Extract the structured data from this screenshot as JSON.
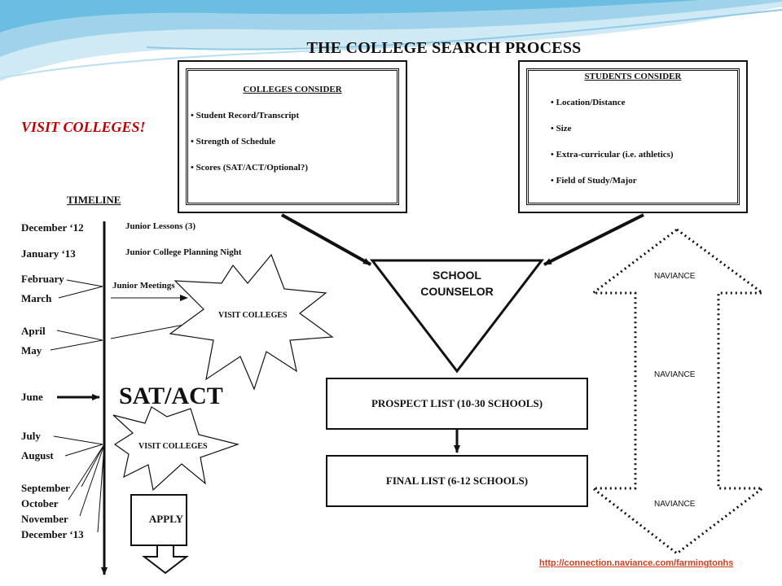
{
  "title": "THE COLLEGE SEARCH PROCESS",
  "visit_headline": "VISIT COLLEGES!",
  "colleges_consider": {
    "title": "COLLEGES CONSIDER",
    "items": [
      "Student Record/Transcript",
      "Strength of Schedule",
      "Scores (SAT/ACT/Optional?)"
    ]
  },
  "students_consider": {
    "title": "STUDENTS CONSIDER",
    "items": [
      "Location/Distance",
      "Size",
      "Extra-curricular (i.e. athletics)",
      "Field of Study/Major"
    ]
  },
  "timeline": {
    "label": "TIMELINE",
    "months": [
      "December ‘12",
      "January ‘13",
      "February",
      "March",
      "April",
      "May",
      "June",
      "July",
      "August",
      "September",
      "October",
      "November",
      "December ‘13"
    ],
    "events": [
      "Junior Lessons (3)",
      "Junior College Planning Night",
      "Junior Meetings"
    ]
  },
  "burst_1": "VISIT COLLEGES",
  "burst_2": "VISIT COLLEGES",
  "sat_act": "SAT/ACT",
  "apply": "APPLY",
  "school_counselor": [
    "SCHOOL",
    "COUNSELOR"
  ],
  "prospect_list": "PROSPECT LIST (10-30 SCHOOLS)",
  "final_list": "FINAL LIST (6-12 SCHOOLS)",
  "naviance": [
    "NAVIANCE",
    "NAVIANCE",
    "NAVIANCE"
  ],
  "link": "http://connection.naviance.com/farmingtonhs",
  "colors": {
    "visit_headline": "#c00000",
    "link": "#d04020"
  }
}
